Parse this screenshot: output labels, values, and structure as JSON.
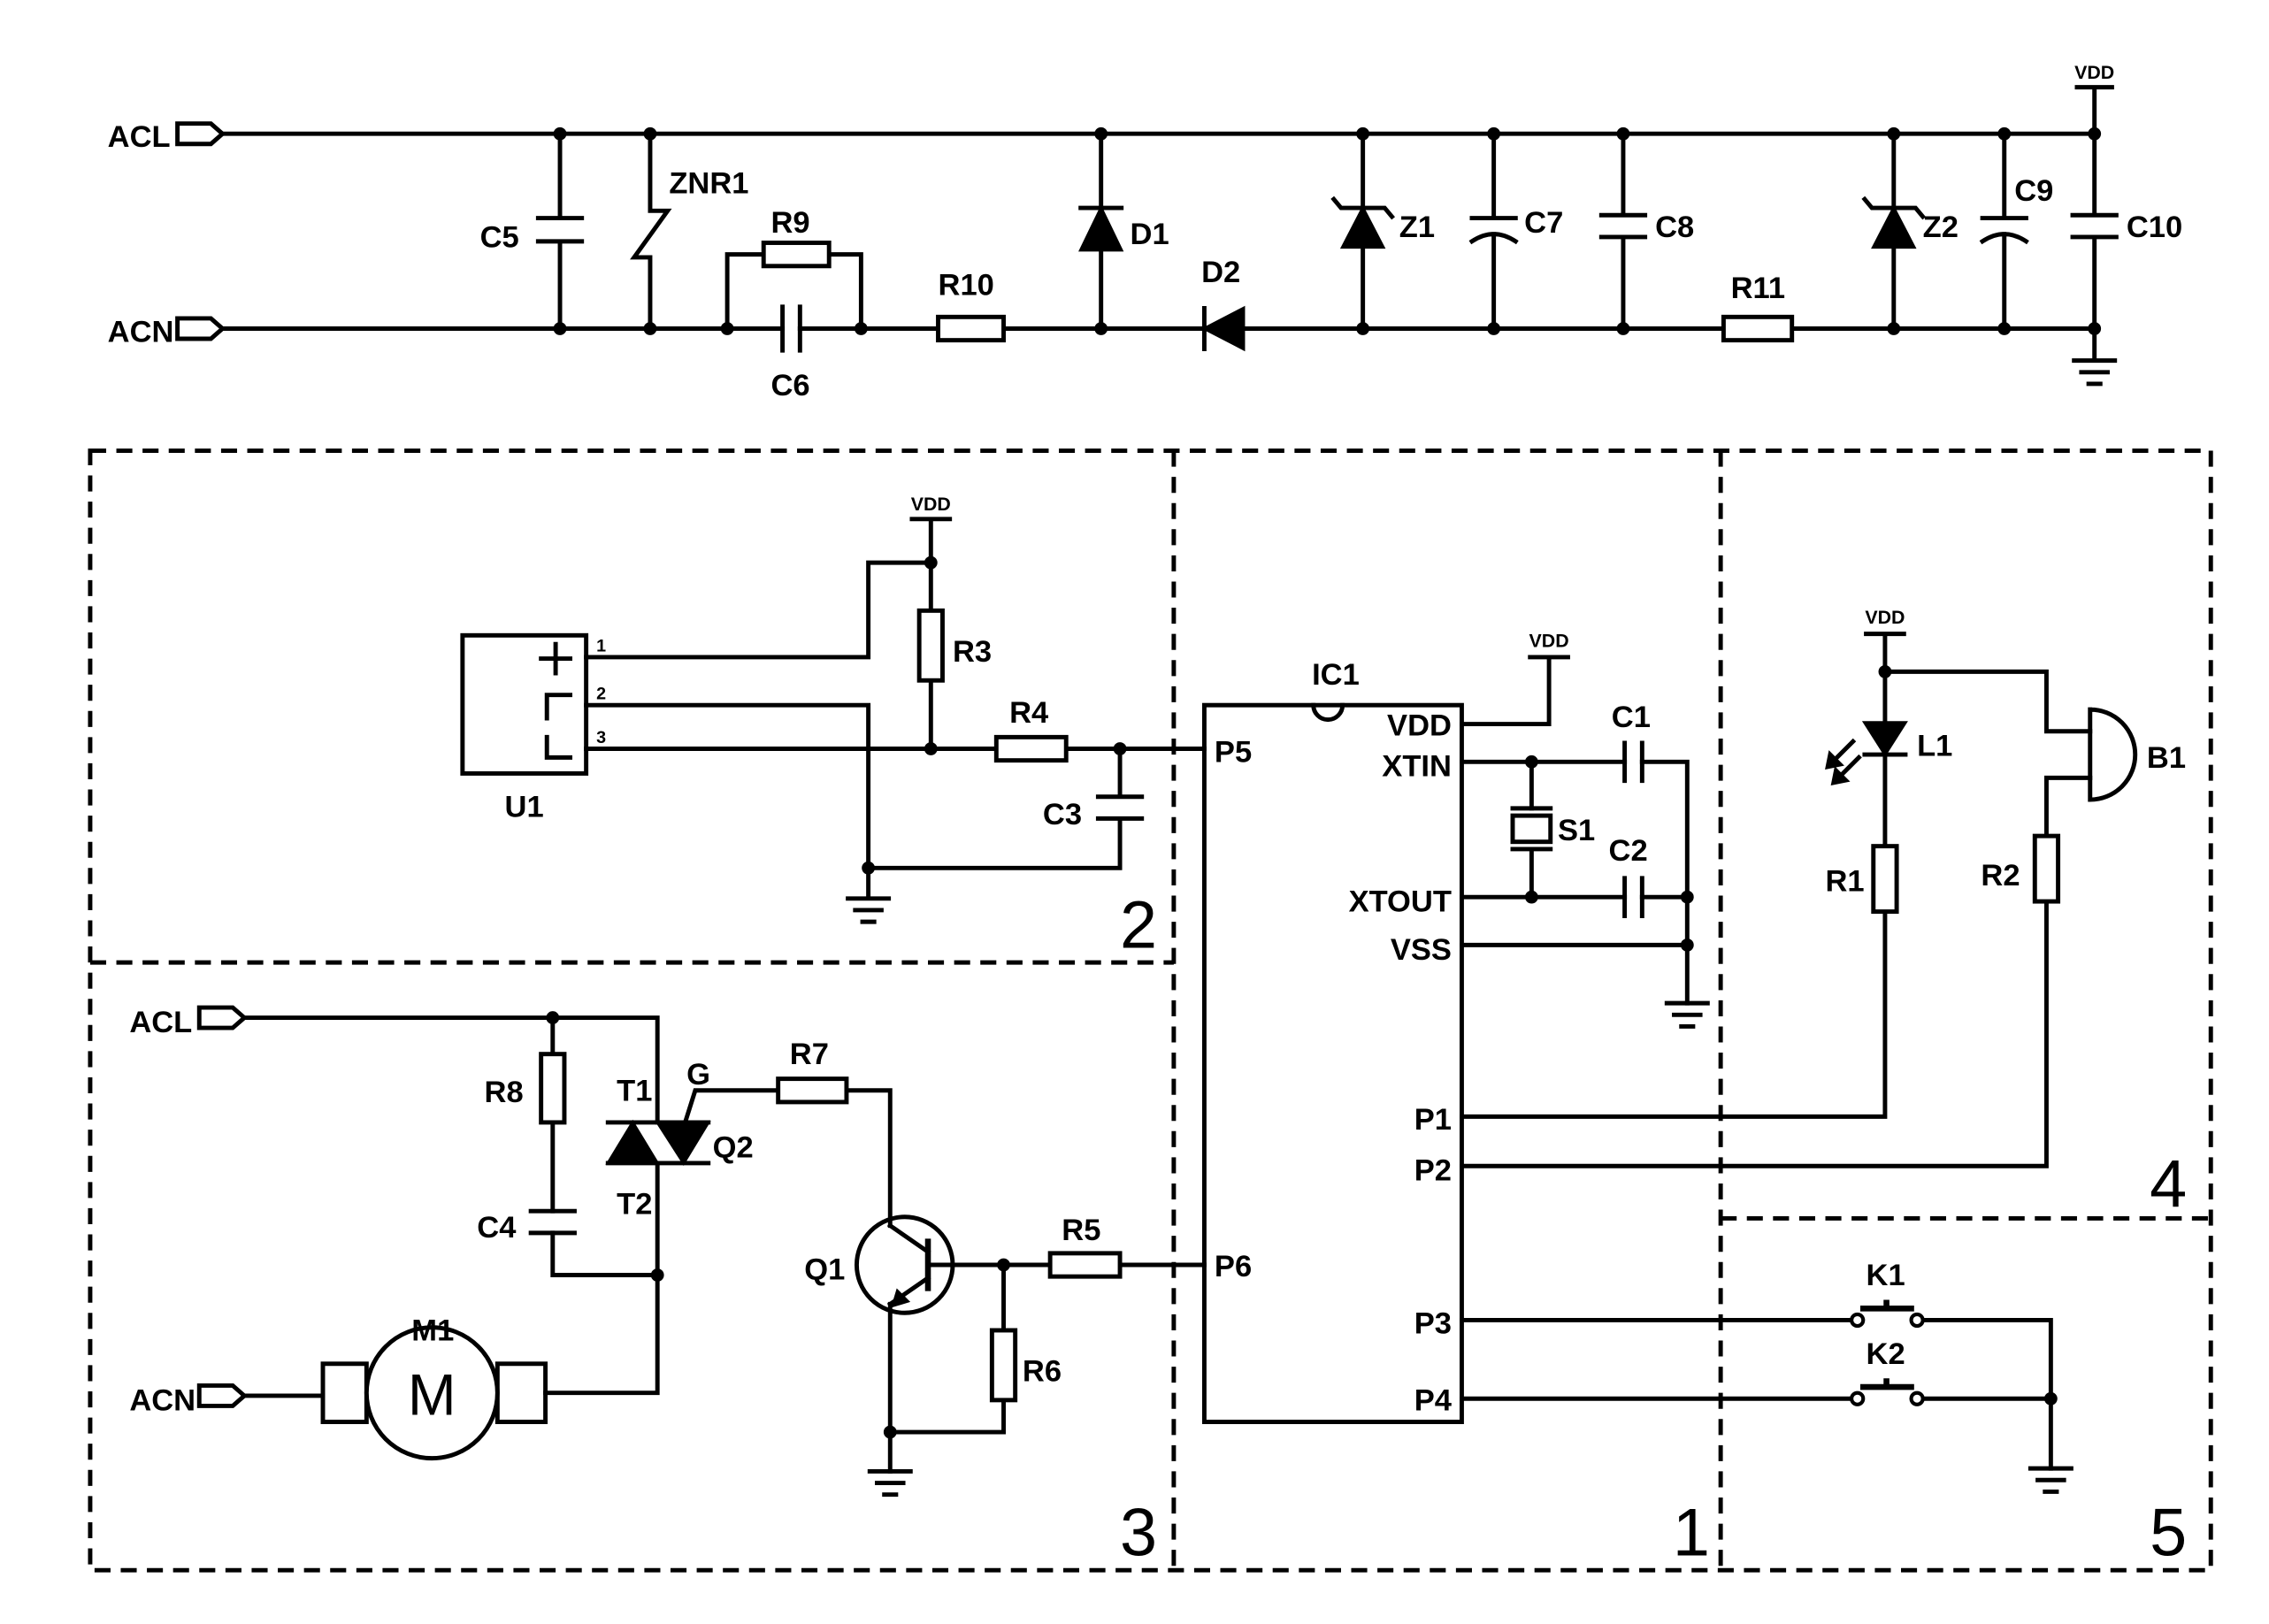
{
  "colors": {
    "line": "#000000",
    "background": "#ffffff"
  },
  "power_supply": {
    "acl": "ACL",
    "acn": "ACN",
    "vdd": "VDD",
    "c5": "C5",
    "znr1": "ZNR1",
    "r9": "R9",
    "c6": "C6",
    "r10": "R10",
    "d1": "D1",
    "d2": "D2",
    "z1": "Z1",
    "c7": "C7",
    "c8": "C8",
    "r11": "R11",
    "z2": "Z2",
    "c9": "C9",
    "c10": "C10"
  },
  "block_2": {
    "number": "2",
    "vdd": "VDD",
    "u1": "U1",
    "u1_pins": [
      "1",
      "2",
      "3"
    ],
    "r3": "R3",
    "r4": "R4",
    "c3": "C3"
  },
  "block_3": {
    "number": "3",
    "acl": "ACL",
    "acn": "ACN",
    "r8": "R8",
    "c4": "C4",
    "t1": "T1",
    "t2": "T2",
    "g": "G",
    "q2": "Q2",
    "r7": "R7",
    "m1": "M1",
    "motor": "M",
    "q1": "Q1",
    "r5": "R5",
    "r6": "R6"
  },
  "block_1": {
    "number": "1",
    "ic1": "IC1",
    "vdd": "VDD",
    "c1": "C1",
    "c2": "C2",
    "s1": "S1",
    "pins": {
      "vdd": "VDD",
      "xtin": "XTIN",
      "xtout": "XTOUT",
      "vss": "VSS",
      "p1": "P1",
      "p2": "P2",
      "p3": "P3",
      "p4": "P4",
      "p5": "P5",
      "p6": "P6"
    }
  },
  "block_4": {
    "number": "4",
    "vdd": "VDD",
    "l1": "L1",
    "r1": "R1",
    "r2": "R2",
    "b1": "B1"
  },
  "block_5": {
    "number": "5",
    "k1": "K1",
    "k2": "K2"
  }
}
